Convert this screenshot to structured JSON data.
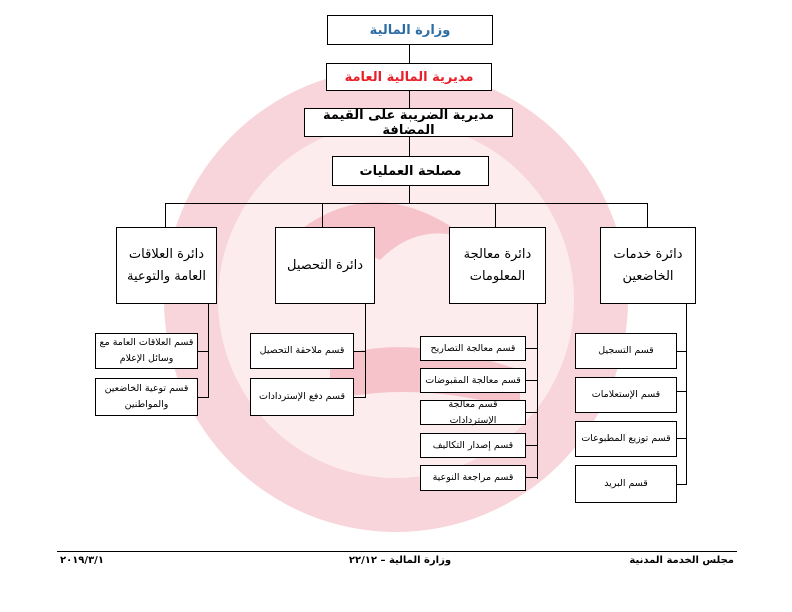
{
  "colors": {
    "ministry_text": "#2e6da4",
    "directorate_text": "#e8202a",
    "watermark": "#f4b9c1"
  },
  "header": {
    "ministry": "وزارة المالية",
    "directorate": "مديرية المالية العامة",
    "vat_directorate": "مديرية الضريبة على القيمة المضافة",
    "operations": "مصلحة العمليات"
  },
  "departments": [
    {
      "title": "دائرة العلاقات العامة والتوعية",
      "sections": [
        "قسم العلاقات العامة مع وسائل الإعلام",
        "قسم توعية الخاضعين والمواطنين"
      ]
    },
    {
      "title": "دائرة التحصيل",
      "sections": [
        "قسم ملاحقة التحصيل",
        "قسم دفع الإستردادات"
      ]
    },
    {
      "title": "دائرة معالجة المعلومات",
      "sections": [
        "قسم معالجة التصاريح",
        "قسم معالجة المقبوضات",
        "قسم معالجة الإستردادات",
        "قسم إصدار التكاليف",
        "قسم مراجعة النوعية"
      ]
    },
    {
      "title": "دائرة خدمات الخاضعين",
      "sections": [
        "قسم التسجيل",
        "قسم الإستعلامات",
        "قسم توزيع المطبوعات",
        "قسم البريد"
      ]
    }
  ],
  "footer": {
    "right": "مجلس الخدمة المدنية",
    "center": "وزارة المالية – ٢٢/١٢",
    "left": "٢٠١٩/٣/١"
  }
}
